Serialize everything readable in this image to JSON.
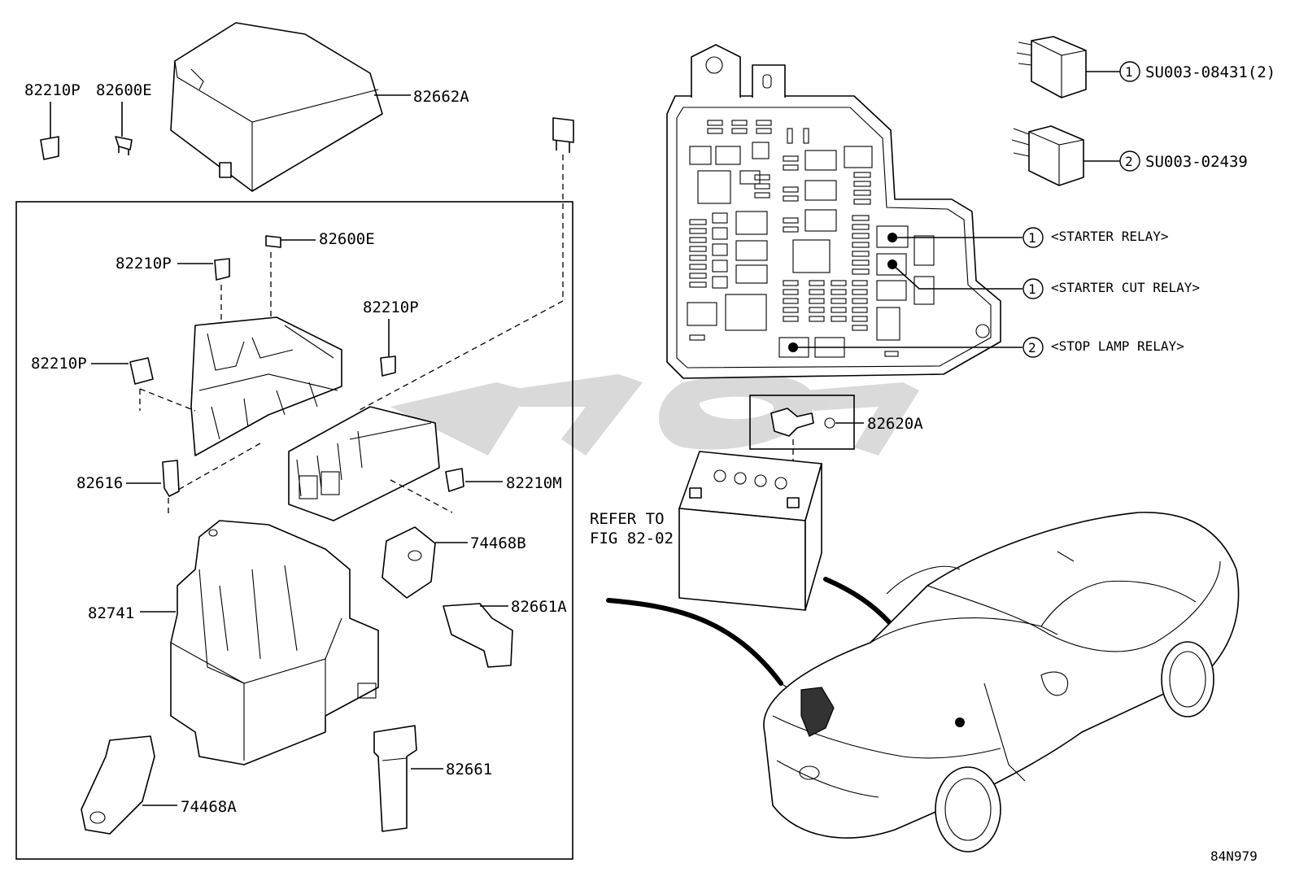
{
  "parts": {
    "p82210P_a": "82210P",
    "p82600E_a": "82600E",
    "p82662A": "82662A",
    "p82600E_b": "82600E",
    "p82210P_b": "82210P",
    "p82210P_c": "82210P",
    "p82210P_d": "82210P",
    "p82616": "82616",
    "p82210M": "82210M",
    "p74468B": "74468B",
    "p82661A": "82661A",
    "p82741": "82741",
    "p82661": "82661",
    "p74468A": "74468A",
    "p82620A": "82620A"
  },
  "refer": {
    "line1": "REFER TO",
    "line2": "FIG 82-02"
  },
  "relays": {
    "r1_marker": "1",
    "r1_part": "SU003-08431(2)",
    "r2_marker": "2",
    "r2_part": "SU003-02439"
  },
  "callouts": {
    "c1_marker": "1",
    "c1_label": "<STARTER RELAY>",
    "c2_marker": "1",
    "c2_label": "<STARTER CUT RELAY>",
    "c3_marker": "2",
    "c3_label": "<STOP LAMP RELAY>"
  },
  "diagram_id": "84N979"
}
